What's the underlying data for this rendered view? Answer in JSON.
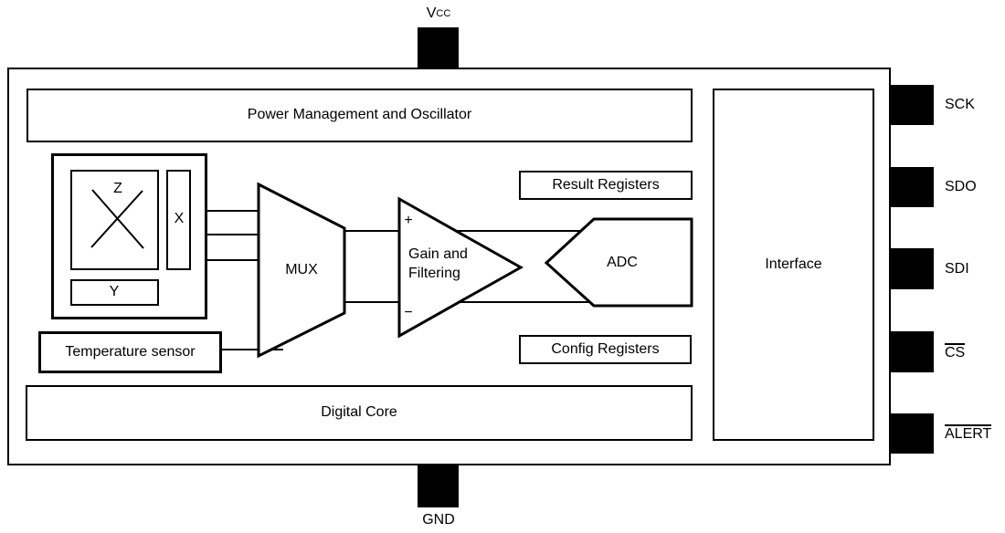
{
  "colors": {
    "line": "#000000",
    "background": "#ffffff",
    "pin_fill": "#000000"
  },
  "chip": {
    "blocks": {
      "power_management": "Power Management and Oscillator",
      "result_registers": "Result Registers",
      "config_registers": "Config Registers",
      "digital_core": "Digital Core",
      "interface": "Interface",
      "temperature_sensor": "Temperature sensor",
      "mux": "MUX",
      "adc": "ADC",
      "gain_filtering": {
        "line1": "Gain and",
        "line2": "Filtering",
        "plus": "+",
        "minus": "−"
      },
      "sensor": {
        "z": "Z",
        "x": "X",
        "y": "Y"
      }
    },
    "pins": {
      "top": {
        "base": "V",
        "subscript": "CC"
      },
      "bottom": "GND",
      "right": [
        {
          "label": "SCK",
          "active_low": false
        },
        {
          "label": "SDO",
          "active_low": false
        },
        {
          "label": "SDI",
          "active_low": false
        },
        {
          "label": "CS",
          "active_low": true
        },
        {
          "label": "ALERT",
          "active_low": true
        }
      ]
    }
  }
}
